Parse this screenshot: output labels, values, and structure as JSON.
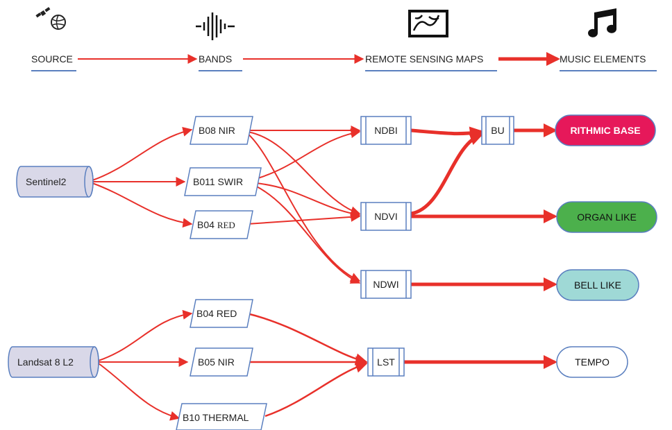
{
  "header": {
    "source": "SOURCE",
    "bands": "BANDS",
    "maps": "REMOTE SENSING MAPS",
    "music": "MUSIC ELEMENTS",
    "icons": [
      "satellite-icon",
      "waveform-icon",
      "map-icon",
      "music-note-icon"
    ]
  },
  "sources": {
    "sentinel": "Sentinel2",
    "landsat": "Landsat 8 L2"
  },
  "bands": {
    "b08": "B08 NIR",
    "b011": "B011 SWIR",
    "b04_prefix": "B04 ",
    "b04_suffix": "RED",
    "b04_red": "B04 RED",
    "b05": "B05 NIR",
    "b10": "B10 THERMAL"
  },
  "maps": {
    "ndbi": "NDBI",
    "ndvi": "NDVI",
    "ndwi": "NDWI",
    "lst": "LST",
    "bu": "BU"
  },
  "music": {
    "rithmic": "RITHMIC BASE",
    "organ": "ORGAN LIKE",
    "bell": "BELL LIKE",
    "tempo": "TEMPO"
  },
  "colors": {
    "arrow": "#e8302a",
    "rithmic": "#e6185a",
    "organ": "#4cb04c",
    "bell": "#9fd9d6",
    "tempo": "#ffffff",
    "source_fill": "#d9d8e8",
    "node_border": "#5a7fbf",
    "underline": "#5a7fbf"
  }
}
